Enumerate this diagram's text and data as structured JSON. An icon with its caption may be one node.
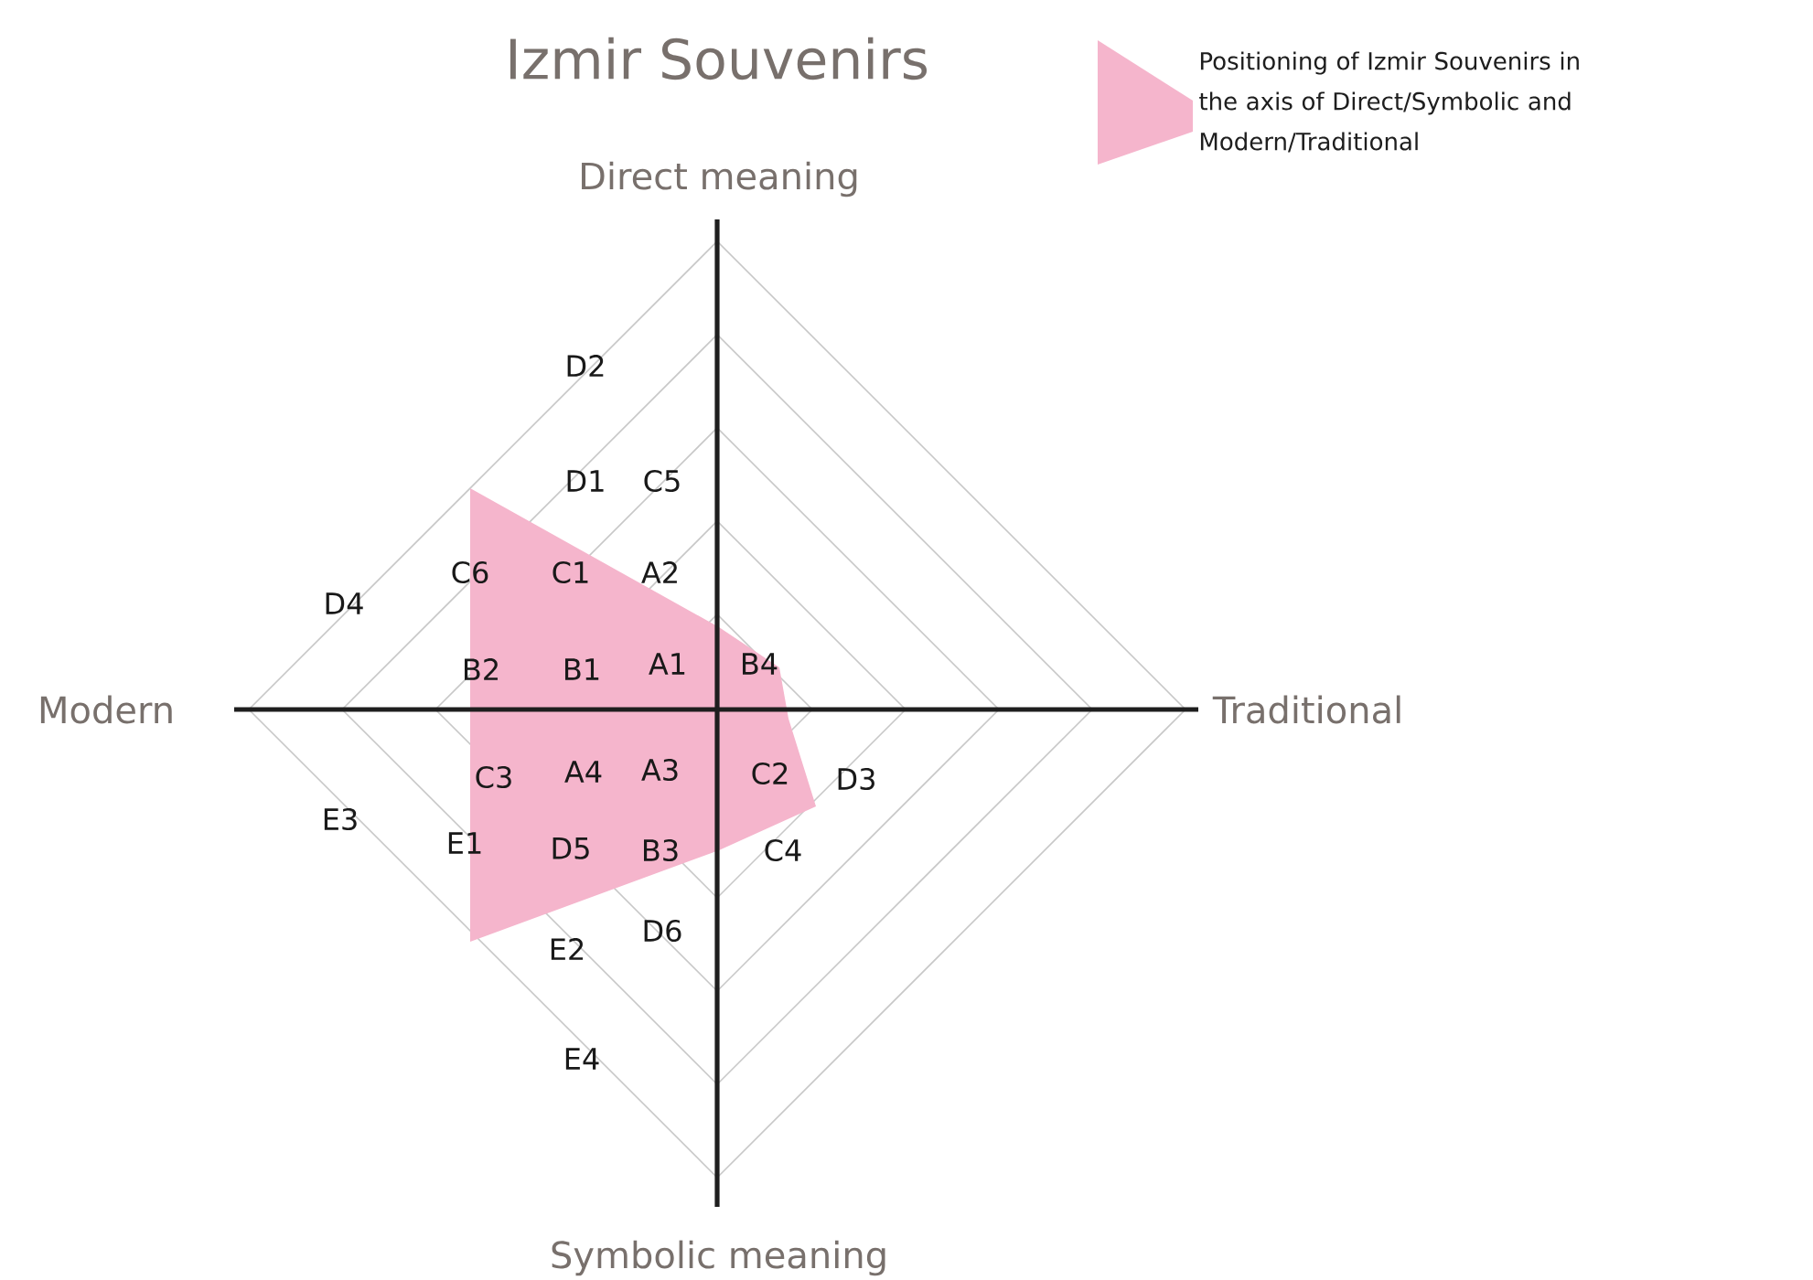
{
  "diagram": {
    "title": "Izmir Souvenirs",
    "labels": [
      "Direct meaning",
      "D2",
      "D1",
      "C5",
      "C6",
      "C1",
      "A2",
      "D4",
      "B2",
      "B1",
      "A1",
      "B4",
      "Modern",
      "Traditional",
      "C3",
      "A4",
      "A3",
      "C2",
      "D3",
      "E3",
      "E1",
      "D5",
      "B3",
      "C4",
      "E2",
      "D6",
      "E4",
      "Symbolic meaning"
    ],
    "legend": [
      {
        "text": "Positioning of Izmir Souvenirs in the axis of Direct/Symbolic and Modern/Traditional",
        "color": "#f5b5cc"
      }
    ]
  }
}
